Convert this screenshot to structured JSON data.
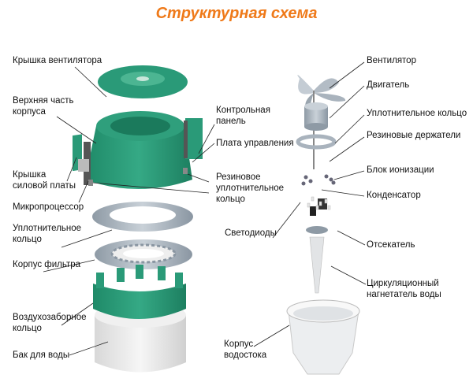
{
  "title": "Структурная схема",
  "labels_left": {
    "fan_cover": "Крышка вентилятора",
    "upper_body": [
      "Верхняя часть",
      "корпуса"
    ],
    "power_board_cover": [
      "Крышка",
      "силовой платы"
    ],
    "microprocessor": "Микропроцессор",
    "seal_ring": [
      "Уплотнительное",
      "кольцо"
    ],
    "filter_housing": "Корпус фильтра",
    "air_intake_ring": [
      "Воздухозаборное",
      "кольцо"
    ],
    "water_tank": "Бак для воды"
  },
  "labels_middle": {
    "control_panel": [
      "Контрольная",
      "панель"
    ],
    "control_board": "Плата управления",
    "rubber_seal": [
      "Резиновое",
      "уплотнительное",
      "кольцо"
    ],
    "leds": "Светодиоды",
    "drain_housing": [
      "Корпус",
      "водостока"
    ]
  },
  "labels_right": {
    "fan": "Вентилятор",
    "motor": "Двигатель",
    "seal_ring": "Уплотнительное кольцо",
    "rubber_holders": "Резиновые держатели",
    "ionization_unit": "Блок ионизации",
    "capacitor": "Конденсатор",
    "deflector": "Отсекатель",
    "water_pump": [
      "Циркуляционный",
      "нагнетатель воды"
    ]
  },
  "colors": {
    "title": "#ef7a1a",
    "green": "#2a9a78",
    "grey": "#a9b3bd"
  }
}
